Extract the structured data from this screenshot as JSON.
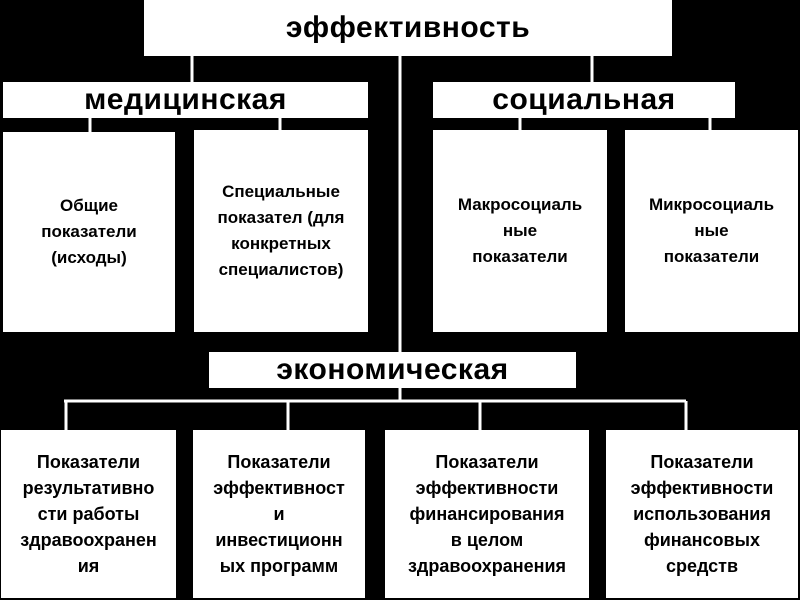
{
  "title": "эффективность",
  "medical": {
    "label": "медицинская",
    "items": [
      "Общие\nпоказатели\n(исходы)",
      "Специальные\nпоказател (для\nконкретных\nспециалистов)"
    ]
  },
  "social": {
    "label": "социальная",
    "items": [
      "Макросоциаль\nные\nпоказатели",
      "Микросоциаль\nные\nпоказатели"
    ]
  },
  "economic": {
    "label": "экономическая",
    "items": [
      "Показатели\nрезультативно\nсти работы\nздравоохранен\nия",
      "Показатели\nэффективност\nи\nинвестиционн\nых программ",
      "Показатели\nэффективности\nфинансирования\nв целом\nздравоохранения",
      "Показатели\nэффективности\nиспользования\nфинансовых\nсредств"
    ]
  },
  "colors": {
    "background": "#000000",
    "box": "#ffffff",
    "text": "#000000",
    "line": "#ffffff"
  }
}
